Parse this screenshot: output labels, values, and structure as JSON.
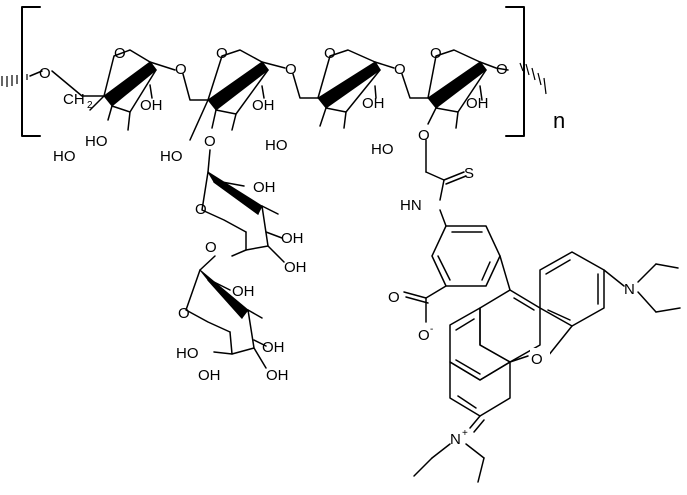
{
  "labels": {
    "n": "n",
    "o": "O",
    "oh": "OH",
    "ho": "HO",
    "ch2": "CH",
    "sub2": "2",
    "s": "S",
    "hn": "HN",
    "minus": "-",
    "plus": "+",
    "n_amine": "N"
  },
  "colors": {
    "bond": "#000000",
    "background": "#ffffff"
  }
}
